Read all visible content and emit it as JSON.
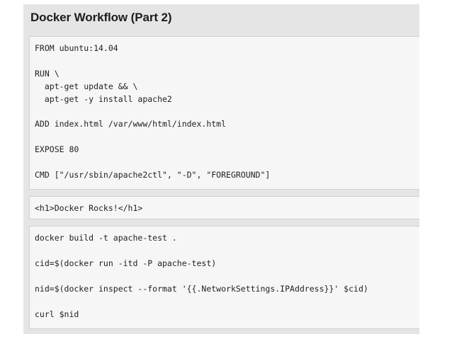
{
  "title": "Docker Workflow (Part 2)",
  "dockerfile": {
    "lines": [
      "FROM ubuntu:14.04",
      "RUN \\",
      "  apt-get update && \\",
      "  apt-get -y install apache2",
      "ADD index.html /var/www/html/index.html",
      "EXPOSE 80",
      "CMD [\"/usr/sbin/apache2ctl\", \"-D\", \"FOREGROUND\"]"
    ]
  },
  "html_file": {
    "lines": [
      "<h1>Docker Rocks!</h1>"
    ]
  },
  "shell": {
    "lines": [
      "docker build -t apache-test .",
      "cid=$(docker run -itd -P apache-test)",
      "nid=$(docker inspect --format '{{.NetworkSettings.IPAddress}}' $cid)",
      "curl $nid"
    ]
  }
}
